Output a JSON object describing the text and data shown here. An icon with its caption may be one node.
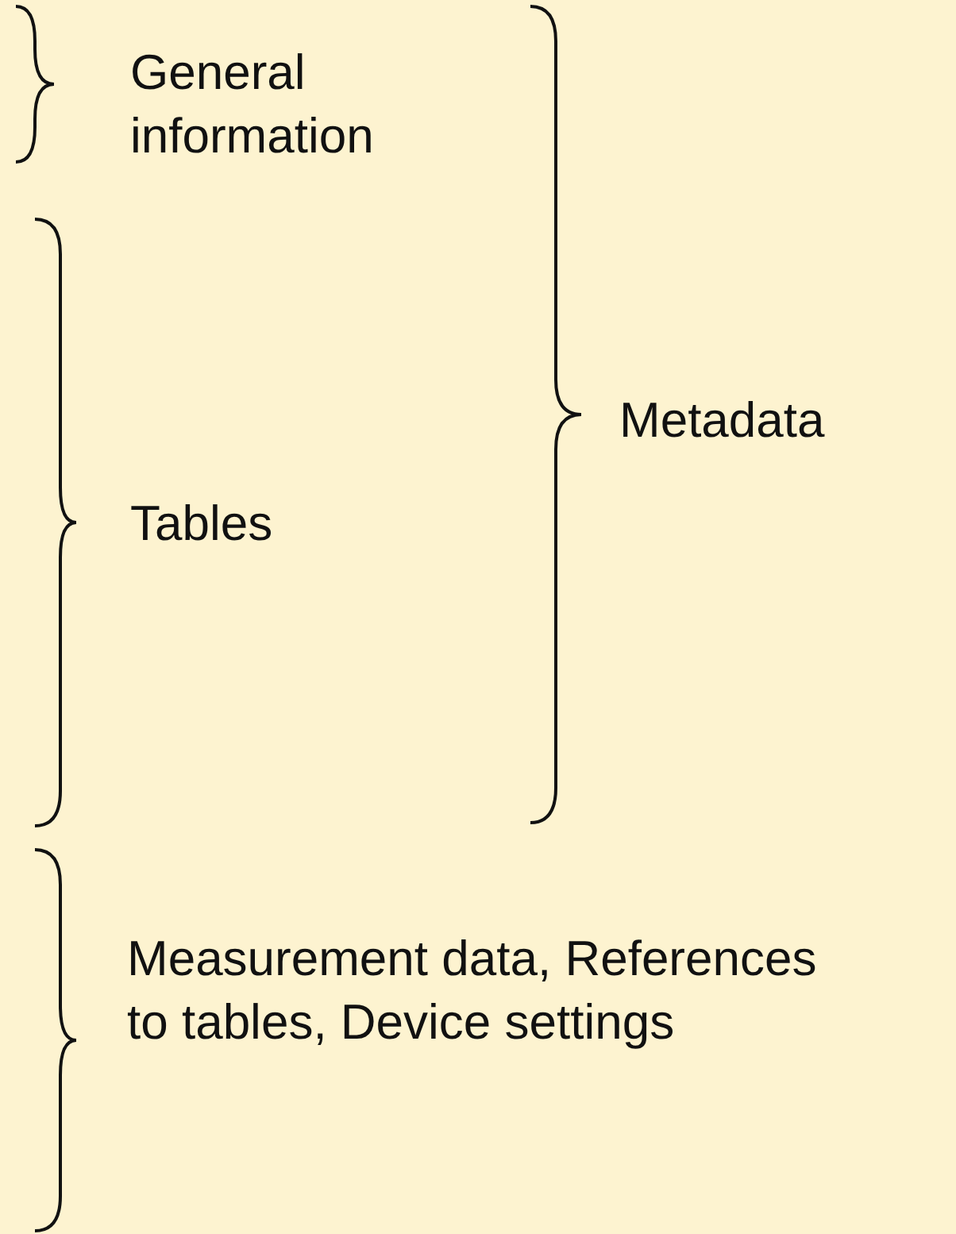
{
  "diagram": {
    "labels": [
      "General information",
      "Tables",
      "Metadata",
      "Measurement data, References to tables, Device settings"
    ]
  }
}
